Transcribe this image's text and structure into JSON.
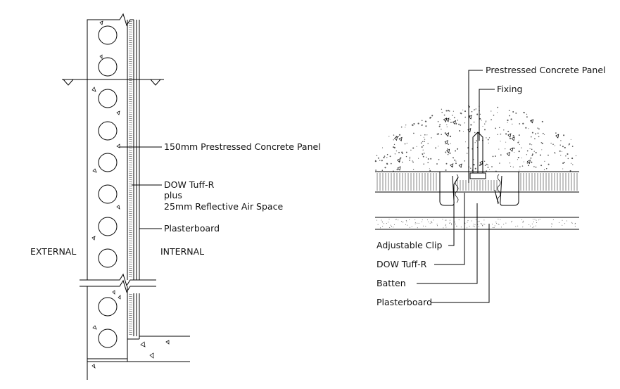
{
  "left_section": {
    "labels": {
      "concrete_panel": "150mm Prestressed Concrete Panel",
      "insulation_line1": "DOW Tuff-R",
      "insulation_line2": "plus",
      "insulation_line3": "25mm Reflective Air Space",
      "plasterboard": "Plasterboard",
      "external": "EXTERNAL",
      "internal": "INTERNAL"
    }
  },
  "right_section": {
    "labels": {
      "concrete_panel": "Prestressed Concrete Panel",
      "fixing": "Fixing",
      "adjustable_clip": "Adjustable Clip",
      "insulation": "DOW Tuff-R",
      "batten": "Batten",
      "plasterboard": "Plasterboard"
    }
  }
}
